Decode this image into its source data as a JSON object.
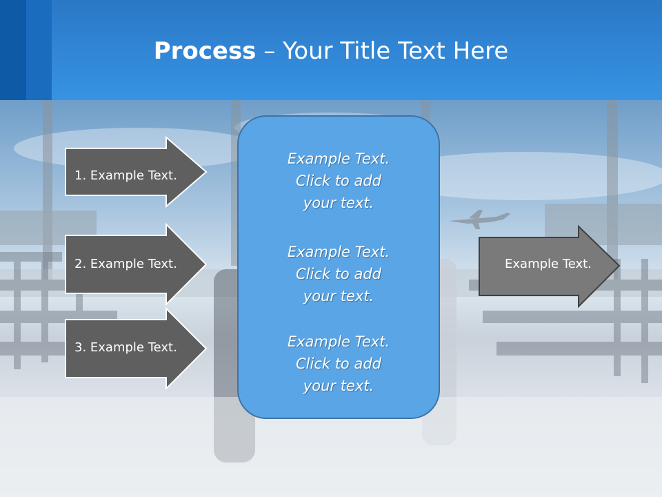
{
  "slide": {
    "title_bold": "Process",
    "title_rest": " – Your Title Text Here"
  },
  "steps": [
    {
      "label": "1. Example Text."
    },
    {
      "label": "2. Example Text."
    },
    {
      "label": "3. Example Text."
    }
  ],
  "center_box": {
    "paragraphs": [
      "Example Text.\nClick  to add\nyour text.",
      "Example Text.\nClick  to add\nyour text.",
      "Example Text.\nClick  to add\nyour text."
    ]
  },
  "output": {
    "label": "Example Text."
  },
  "colors": {
    "header_blue": "#3893e3",
    "box_blue": "#5aa5e6",
    "arrow_dark": "#5f5f5f",
    "arrow_light": "#7a7a7a"
  },
  "icons": {
    "background": "airport-terminal-photo",
    "plane": "airplane-icon"
  }
}
